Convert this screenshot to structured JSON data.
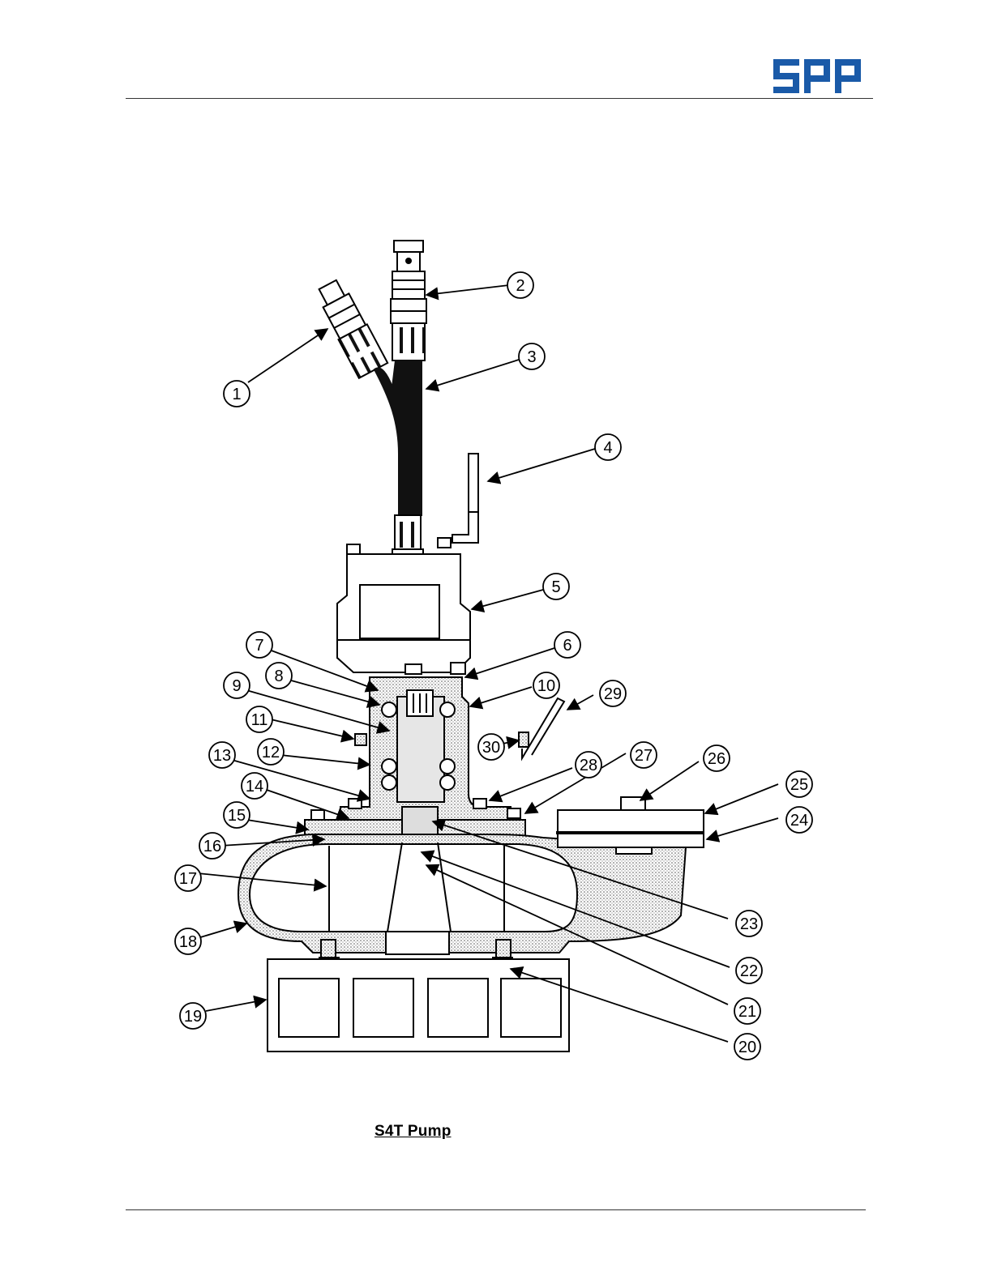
{
  "brand": {
    "logo_text": "spp",
    "color": "#1a5aa8"
  },
  "figure": {
    "caption": "S4T Pump",
    "callouts": [
      "1",
      "2",
      "3",
      "4",
      "5",
      "6",
      "7",
      "8",
      "9",
      "10",
      "11",
      "12",
      "13",
      "14",
      "15",
      "16",
      "17",
      "18",
      "19",
      "20",
      "21",
      "22",
      "23",
      "24",
      "25",
      "26",
      "27",
      "28",
      "29",
      "30"
    ]
  }
}
